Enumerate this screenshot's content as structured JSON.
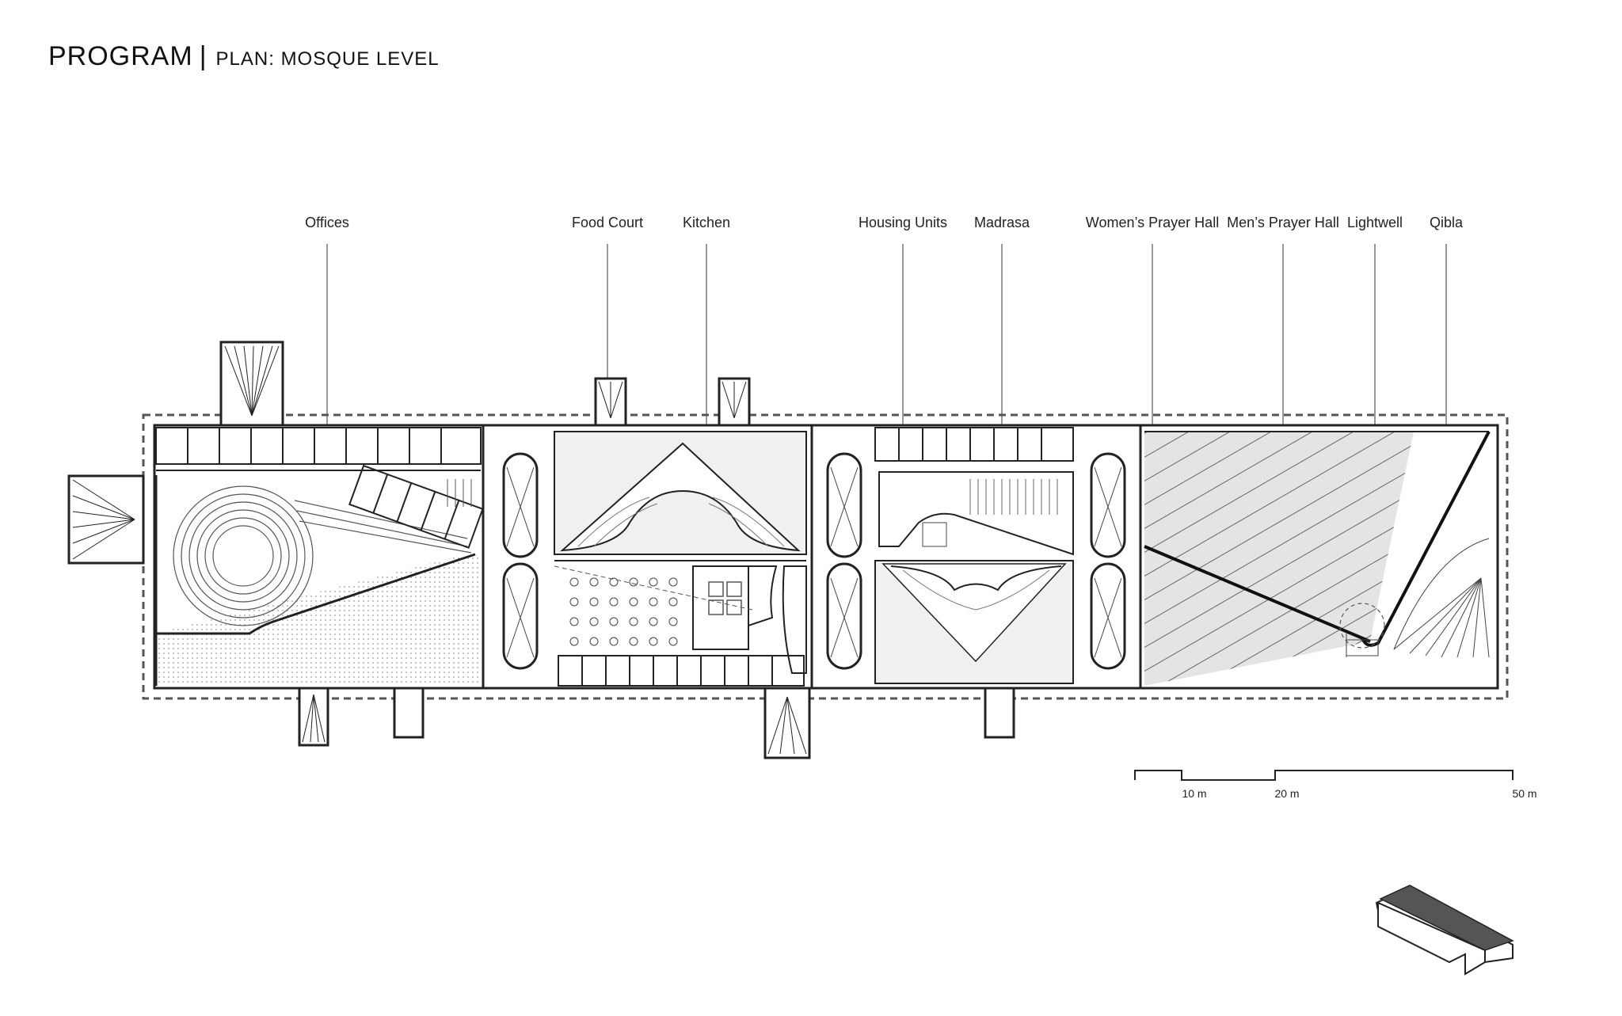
{
  "header": {
    "title": "PROGRAM",
    "separator": "|",
    "subtitle": "PLAN: MOSQUE LEVEL"
  },
  "labels": [
    {
      "id": "offices",
      "text": "Offices"
    },
    {
      "id": "food-court",
      "text": "Food Court"
    },
    {
      "id": "kitchen",
      "text": "Kitchen"
    },
    {
      "id": "housing-units",
      "text": "Housing Units"
    },
    {
      "id": "madrasa",
      "text": "Madrasa"
    },
    {
      "id": "womens-prayer-hall",
      "text": "Women’s Prayer Hall"
    },
    {
      "id": "mens-prayer-hall",
      "text": "Men’s Prayer Hall"
    },
    {
      "id": "lightwell",
      "text": "Lightwell"
    },
    {
      "id": "qibla",
      "text": "Qibla"
    }
  ],
  "scale_bar": {
    "ticks": [
      "10 m",
      "20 m",
      "50 m"
    ]
  },
  "colors": {
    "line": "#222222",
    "hatch_fill": "#dcdcdc",
    "court_fill": "#eef1ee"
  }
}
